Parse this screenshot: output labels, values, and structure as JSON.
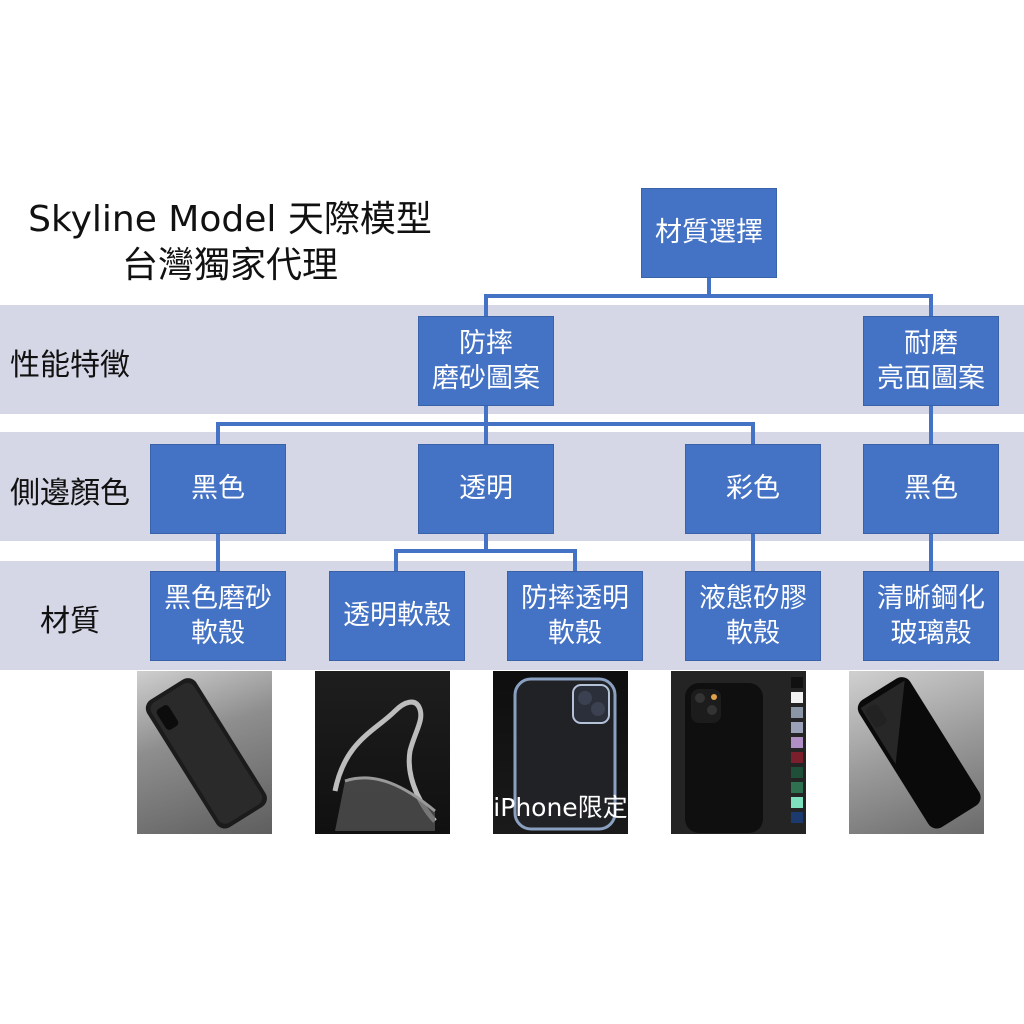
{
  "header": {
    "line1": "Skyline Model 天際模型",
    "line2": "台灣獨家代理"
  },
  "row_labels": {
    "performance": "性能特徵",
    "side_color": "側邊顏色",
    "material": "材質"
  },
  "root": "材質選擇",
  "level1": [
    {
      "line1": "防摔",
      "line2": "磨砂圖案"
    },
    {
      "line1": "耐磨",
      "line2": "亮面圖案"
    }
  ],
  "level2": [
    "黑色",
    "透明",
    "彩色",
    "黑色"
  ],
  "level3": [
    {
      "line1": "黑色磨砂",
      "line2": "軟殼"
    },
    {
      "line1": "透明軟殼",
      "line2": ""
    },
    {
      "line1": "防摔透明",
      "line2": "軟殼"
    },
    {
      "line1": "液態矽膠",
      "line2": "軟殼"
    },
    {
      "line1": "清晰鋼化",
      "line2": "玻璃殼"
    }
  ],
  "photo_caption": "iPhone限定",
  "colors": {
    "box": "#4472c4",
    "band": "#d5d7e6",
    "connector": "#4472c4"
  },
  "swatches": [
    "#111111",
    "#f2f2f2",
    "#8a95a5",
    "#9aa1b8",
    "#b08fc4",
    "#7a1f2b",
    "#1f4f38",
    "#2e7050",
    "#7fe0c0",
    "#1d3a6e"
  ]
}
